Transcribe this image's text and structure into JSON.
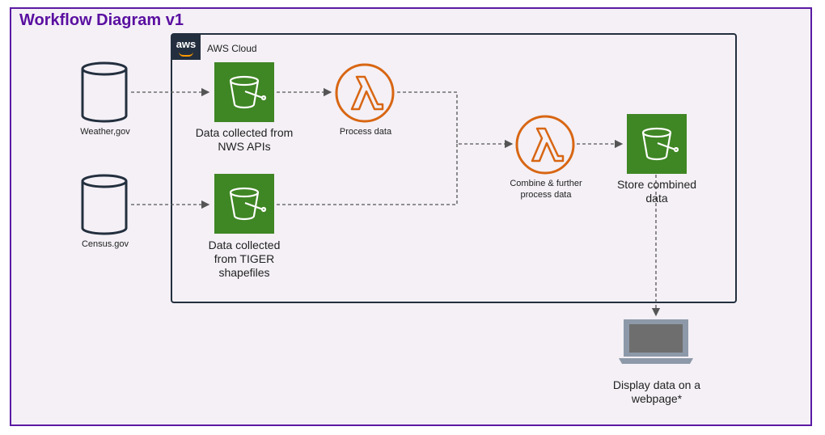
{
  "diagram": {
    "title": "Workflow Diagram v1",
    "aws_badge": "aws",
    "aws_group_label": "AWS Cloud"
  },
  "nodes": {
    "weather": {
      "label": "Weather,gov",
      "icon": "database-icon"
    },
    "census": {
      "label": "Census.gov",
      "icon": "database-icon"
    },
    "s3_nws": {
      "label": "Data collected from NWS APIs",
      "icon": "s3-bucket-icon"
    },
    "s3_tiger": {
      "label": "Data collected from TIGER shapefiles",
      "icon": "s3-bucket-icon"
    },
    "lambda_process": {
      "label": "Process data",
      "icon": "lambda-icon"
    },
    "lambda_combine": {
      "label": "Combine & further process data",
      "icon": "lambda-icon"
    },
    "s3_store": {
      "label": "Store combined data",
      "icon": "s3-bucket-icon"
    },
    "webpage": {
      "label": "Display data on a webpage*",
      "icon": "laptop-icon"
    }
  },
  "colors": {
    "frame": "#5b1aa3",
    "title": "#5a0fa0",
    "s3": "#3f8624",
    "lambda": "#d86613",
    "aws_dark": "#232f3e",
    "connector": "#555555"
  }
}
